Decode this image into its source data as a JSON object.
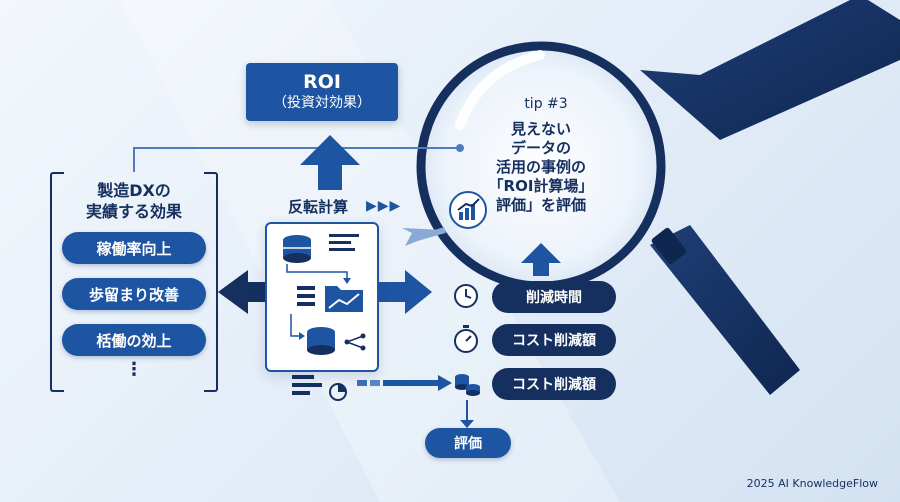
{
  "roi_box": {
    "title": "ROI",
    "subtitle": "（投資対効果）"
  },
  "effects_panel": {
    "title_line1": "製造DXの",
    "title_line2": "実績する効果",
    "items": [
      "稼働率向上",
      "歩留まり改善",
      "栝働の効上"
    ],
    "more": "⋮"
  },
  "center": {
    "label": "反転計算",
    "arrows": "▶▶▶"
  },
  "magnifier": {
    "tip": "tip #3",
    "lines": [
      "見えない",
      "データの",
      "活用の事例の",
      "「ROI計算場」",
      "評価」を評価"
    ]
  },
  "metrics": [
    "削減時間",
    "コスト削減額",
    "コスト削減額"
  ],
  "evaluation": "評価",
  "footer": "2025 AI KnowledgeFlow",
  "colors": {
    "navy": "#15305e",
    "blue": "#1e55a3",
    "light": "#e2ecf7"
  }
}
